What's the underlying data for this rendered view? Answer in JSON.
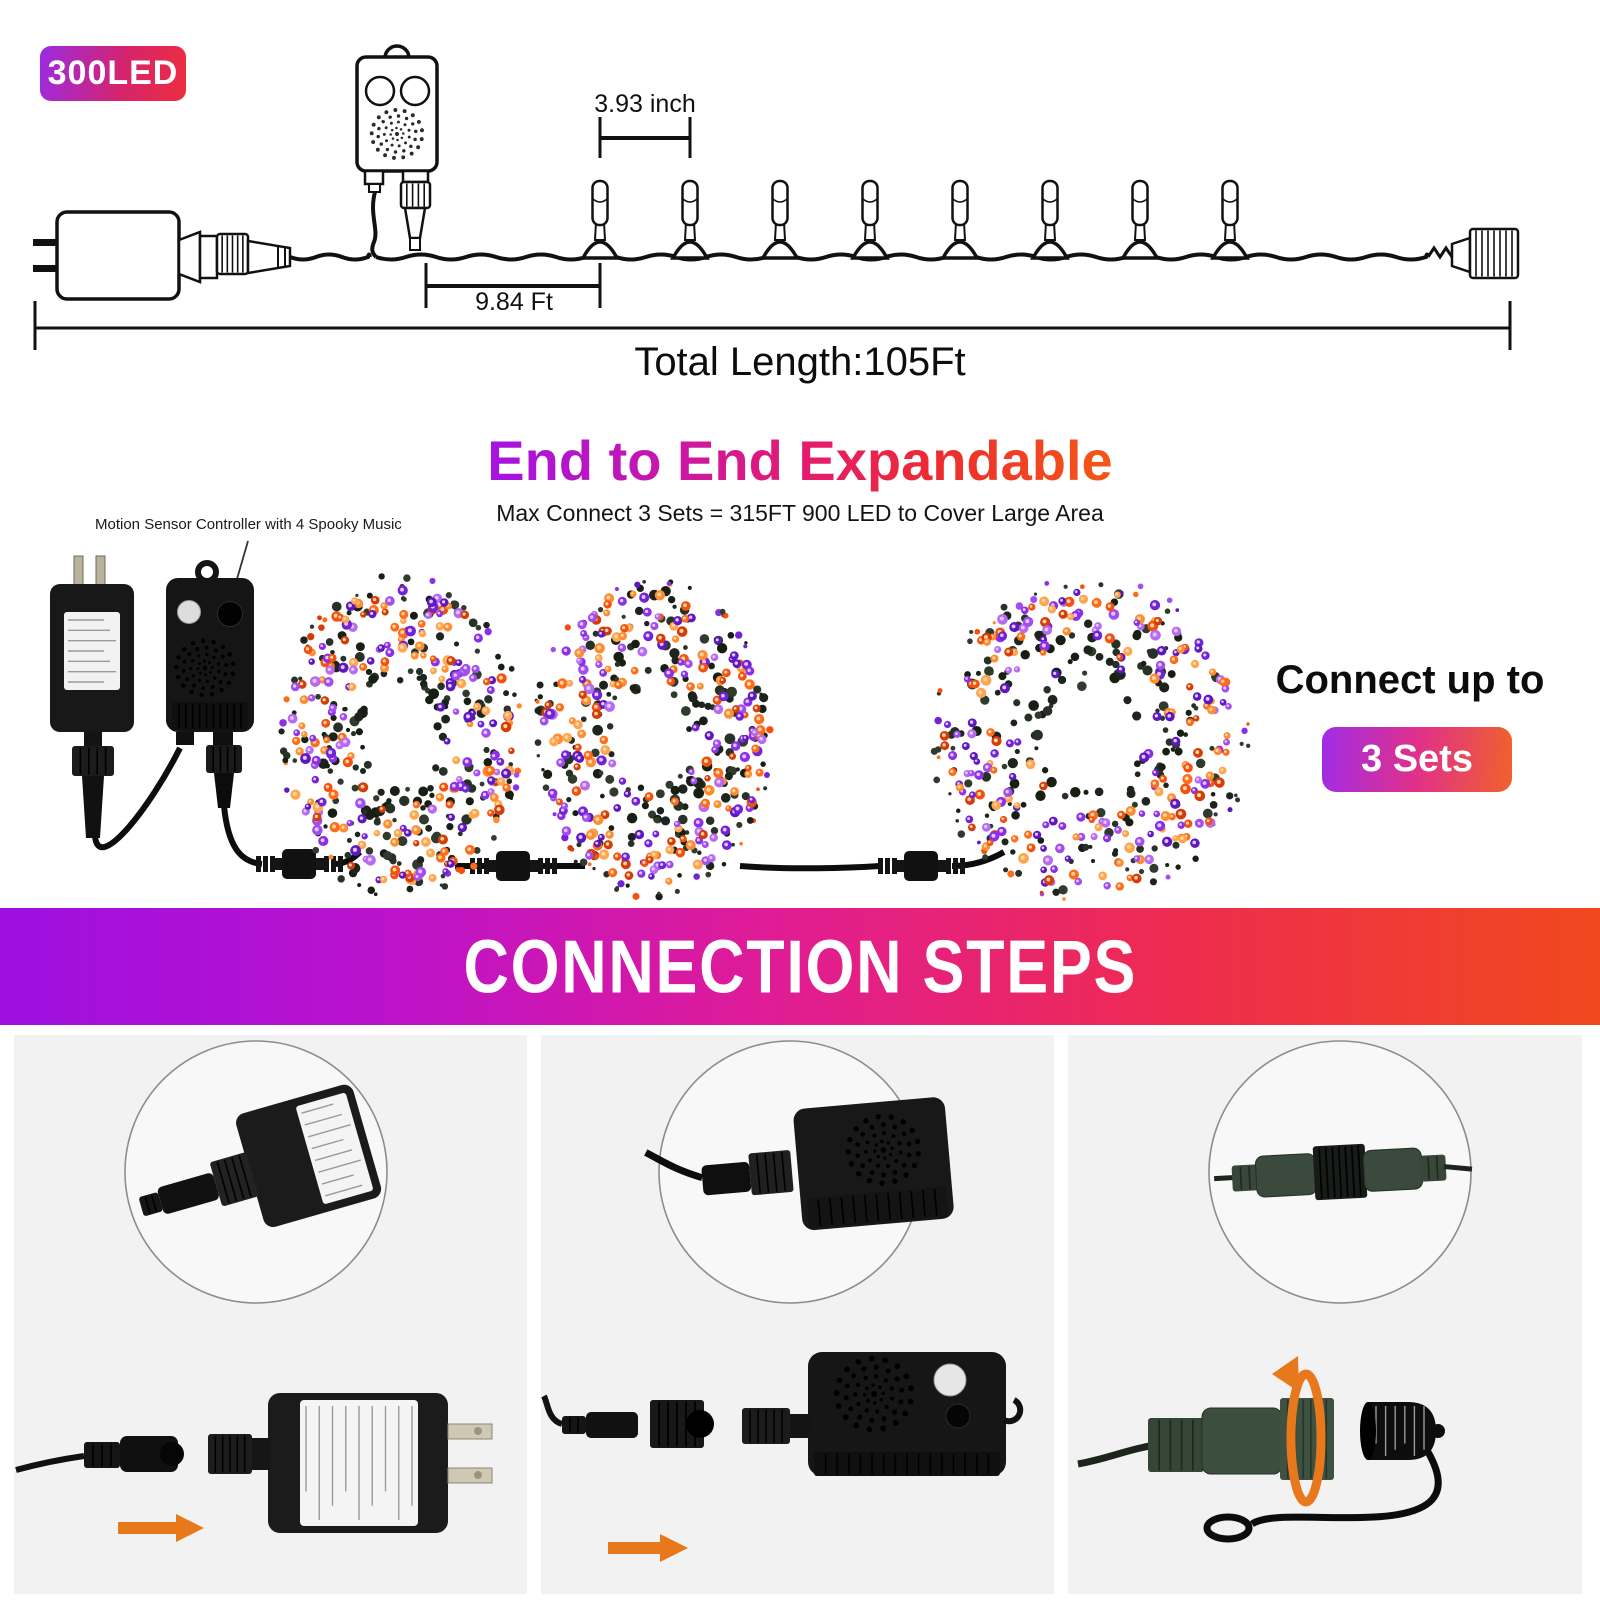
{
  "badge": {
    "label": "300LED"
  },
  "diagram": {
    "bulb_spacing": "3.93 inch",
    "lead_length": "9.84 Ft",
    "total_length": "Total Length:105Ft"
  },
  "expandable": {
    "title": "End to End Expandable",
    "subtitle": "Max Connect 3 Sets = 315FT 900 LED to Cover Large Area",
    "controller_note": "Motion Sensor Controller with 4 Spooky Music",
    "connect_label": "Connect up to",
    "sets_label": "3 Sets"
  },
  "banner": {
    "title": "CONNECTION STEPS"
  },
  "colors": {
    "badge_gradient": [
      "#9b2be4",
      "#ed2e3e"
    ],
    "title_gradient": [
      "#a414e2",
      "#f45815"
    ],
    "banner_gradient": [
      "#9d0fe0",
      "#f1481e"
    ],
    "sets_gradient": [
      "#a02ce6",
      "#f0622a"
    ],
    "arrow_orange": "#e8781c",
    "light_purple": "#8b2fe8",
    "light_orange": "#ff6b1a",
    "wire_green": "#2b3a2b",
    "photo_background": "#f2f2f2"
  }
}
